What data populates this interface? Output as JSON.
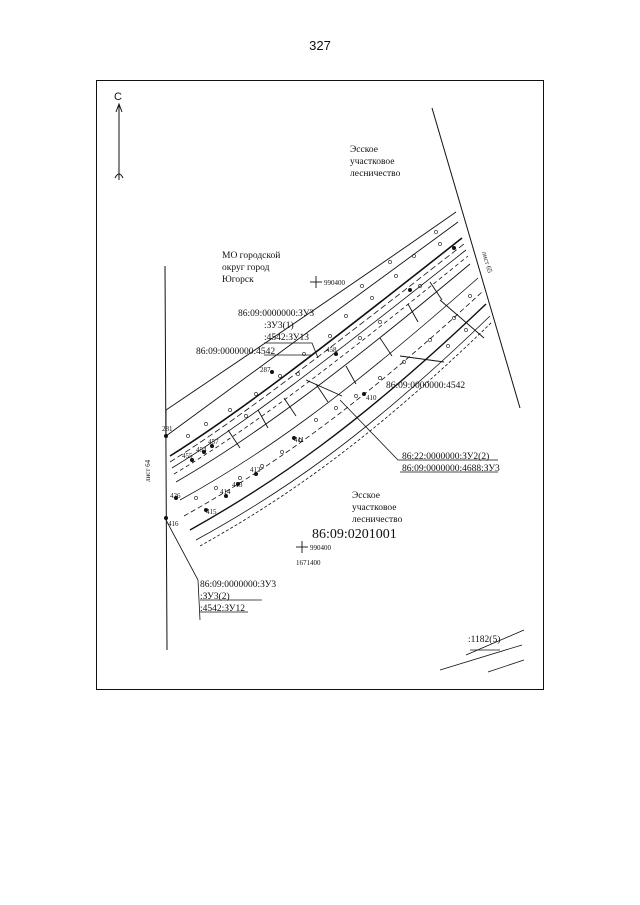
{
  "page": {
    "number": "327"
  },
  "map": {
    "north_label": "С",
    "regions": {
      "forestry_top": [
        "Эсское",
        "участковое",
        "лесничество"
      ],
      "forestry_bottom": [
        "Эсское",
        "участковое",
        "лесничество"
      ],
      "municipality": [
        "МО городской",
        "округ город",
        "Югорск"
      ]
    },
    "sheets": {
      "left": "лист 64",
      "right": "лист 65"
    },
    "quarter": "86:09:0201001",
    "coordinates": {
      "top_cross": "990400",
      "bottom_cross_y": "990400",
      "bottom_cross_x": "1671400"
    },
    "parcels": {
      "zu13": [
        "86:09:0000000:ЗУ3",
        ":ЗУ3(1)",
        ":4542:ЗУ13"
      ],
      "left_4542": "86:09:0000000:4542",
      "right_4542": "86:09:0000000:4542",
      "zu2": [
        "86:22:0000000:ЗУ2(2)",
        "86:09:0000000:4688:ЗУ3"
      ],
      "zu12": [
        "86:09:0000000:ЗУ3",
        ":ЗУ3(2)",
        ":4542:ЗУ12"
      ],
      "bottom_right": ":1182(5)"
    },
    "points": [
      "281",
      "287",
      "458",
      "457",
      "455",
      "454",
      "410",
      "411",
      "412",
      "413",
      "414",
      "415",
      "416",
      "426"
    ]
  }
}
